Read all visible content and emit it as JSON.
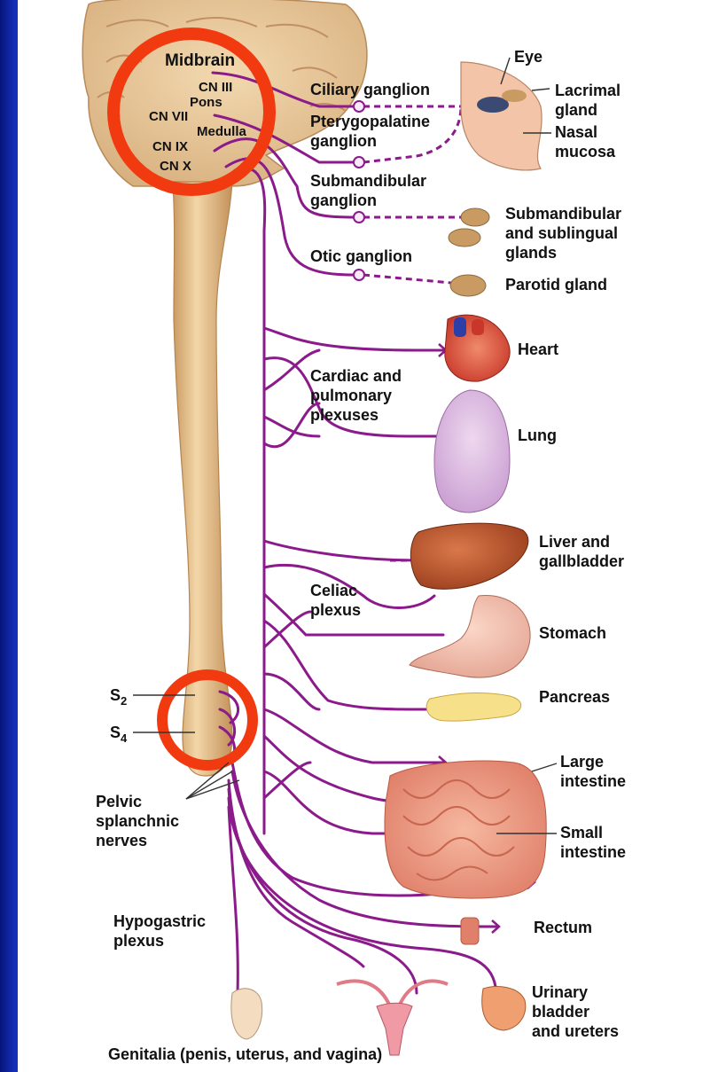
{
  "brain_labels": {
    "midbrain": "Midbrain",
    "cn3": "CN III",
    "pons": "Pons",
    "cn7": "CN VII",
    "medulla": "Medulla",
    "cn9": "CN IX",
    "cn10": "CN X"
  },
  "ganglia": {
    "ciliary": "Ciliary ganglion",
    "pterygo_1": "Pterygopalatine",
    "pterygo_2": "ganglion",
    "submand_1": "Submandibular",
    "submand_2": "ganglion",
    "otic": "Otic ganglion"
  },
  "organs": {
    "eye": "Eye",
    "lacrimal_1": "Lacrimal",
    "lacrimal_2": "gland",
    "nasal_1": "Nasal",
    "nasal_2": "mucosa",
    "subglands_1": "Submandibular",
    "subglands_2": "and sublingual",
    "subglands_3": "glands",
    "parotid": "Parotid gland",
    "heart": "Heart",
    "lung": "Lung",
    "liver_1": "Liver and",
    "liver_2": "gallbladder",
    "stomach": "Stomach",
    "pancreas": "Pancreas",
    "large_int_1": "Large",
    "large_int_2": "intestine",
    "small_int_1": "Small",
    "small_int_2": "intestine",
    "rectum": "Rectum",
    "bladder_1": "Urinary",
    "bladder_2": "bladder",
    "bladder_3": "and ureters",
    "genitalia": "Genitalia (penis, uterus, and vagina)"
  },
  "plexuses": {
    "cardiac_1": "Cardiac and",
    "cardiac_2": "pulmonary",
    "cardiac_3": "plexuses",
    "celiac_1": "Celiac",
    "celiac_2": "plexus",
    "hypogastric_1": "Hypogastric",
    "hypogastric_2": "plexus"
  },
  "spinal": {
    "s2": "S",
    "s2_sub": "2",
    "s4": "S",
    "s4_sub": "4",
    "pelvic_1": "Pelvic",
    "pelvic_2": "splanchnic",
    "pelvic_3": "nerves"
  },
  "colors": {
    "nerve": "#8b1a8b",
    "highlight_circle": "#f23a10",
    "spinal_cord": "#ecc99a",
    "background": "#0d1f96"
  }
}
